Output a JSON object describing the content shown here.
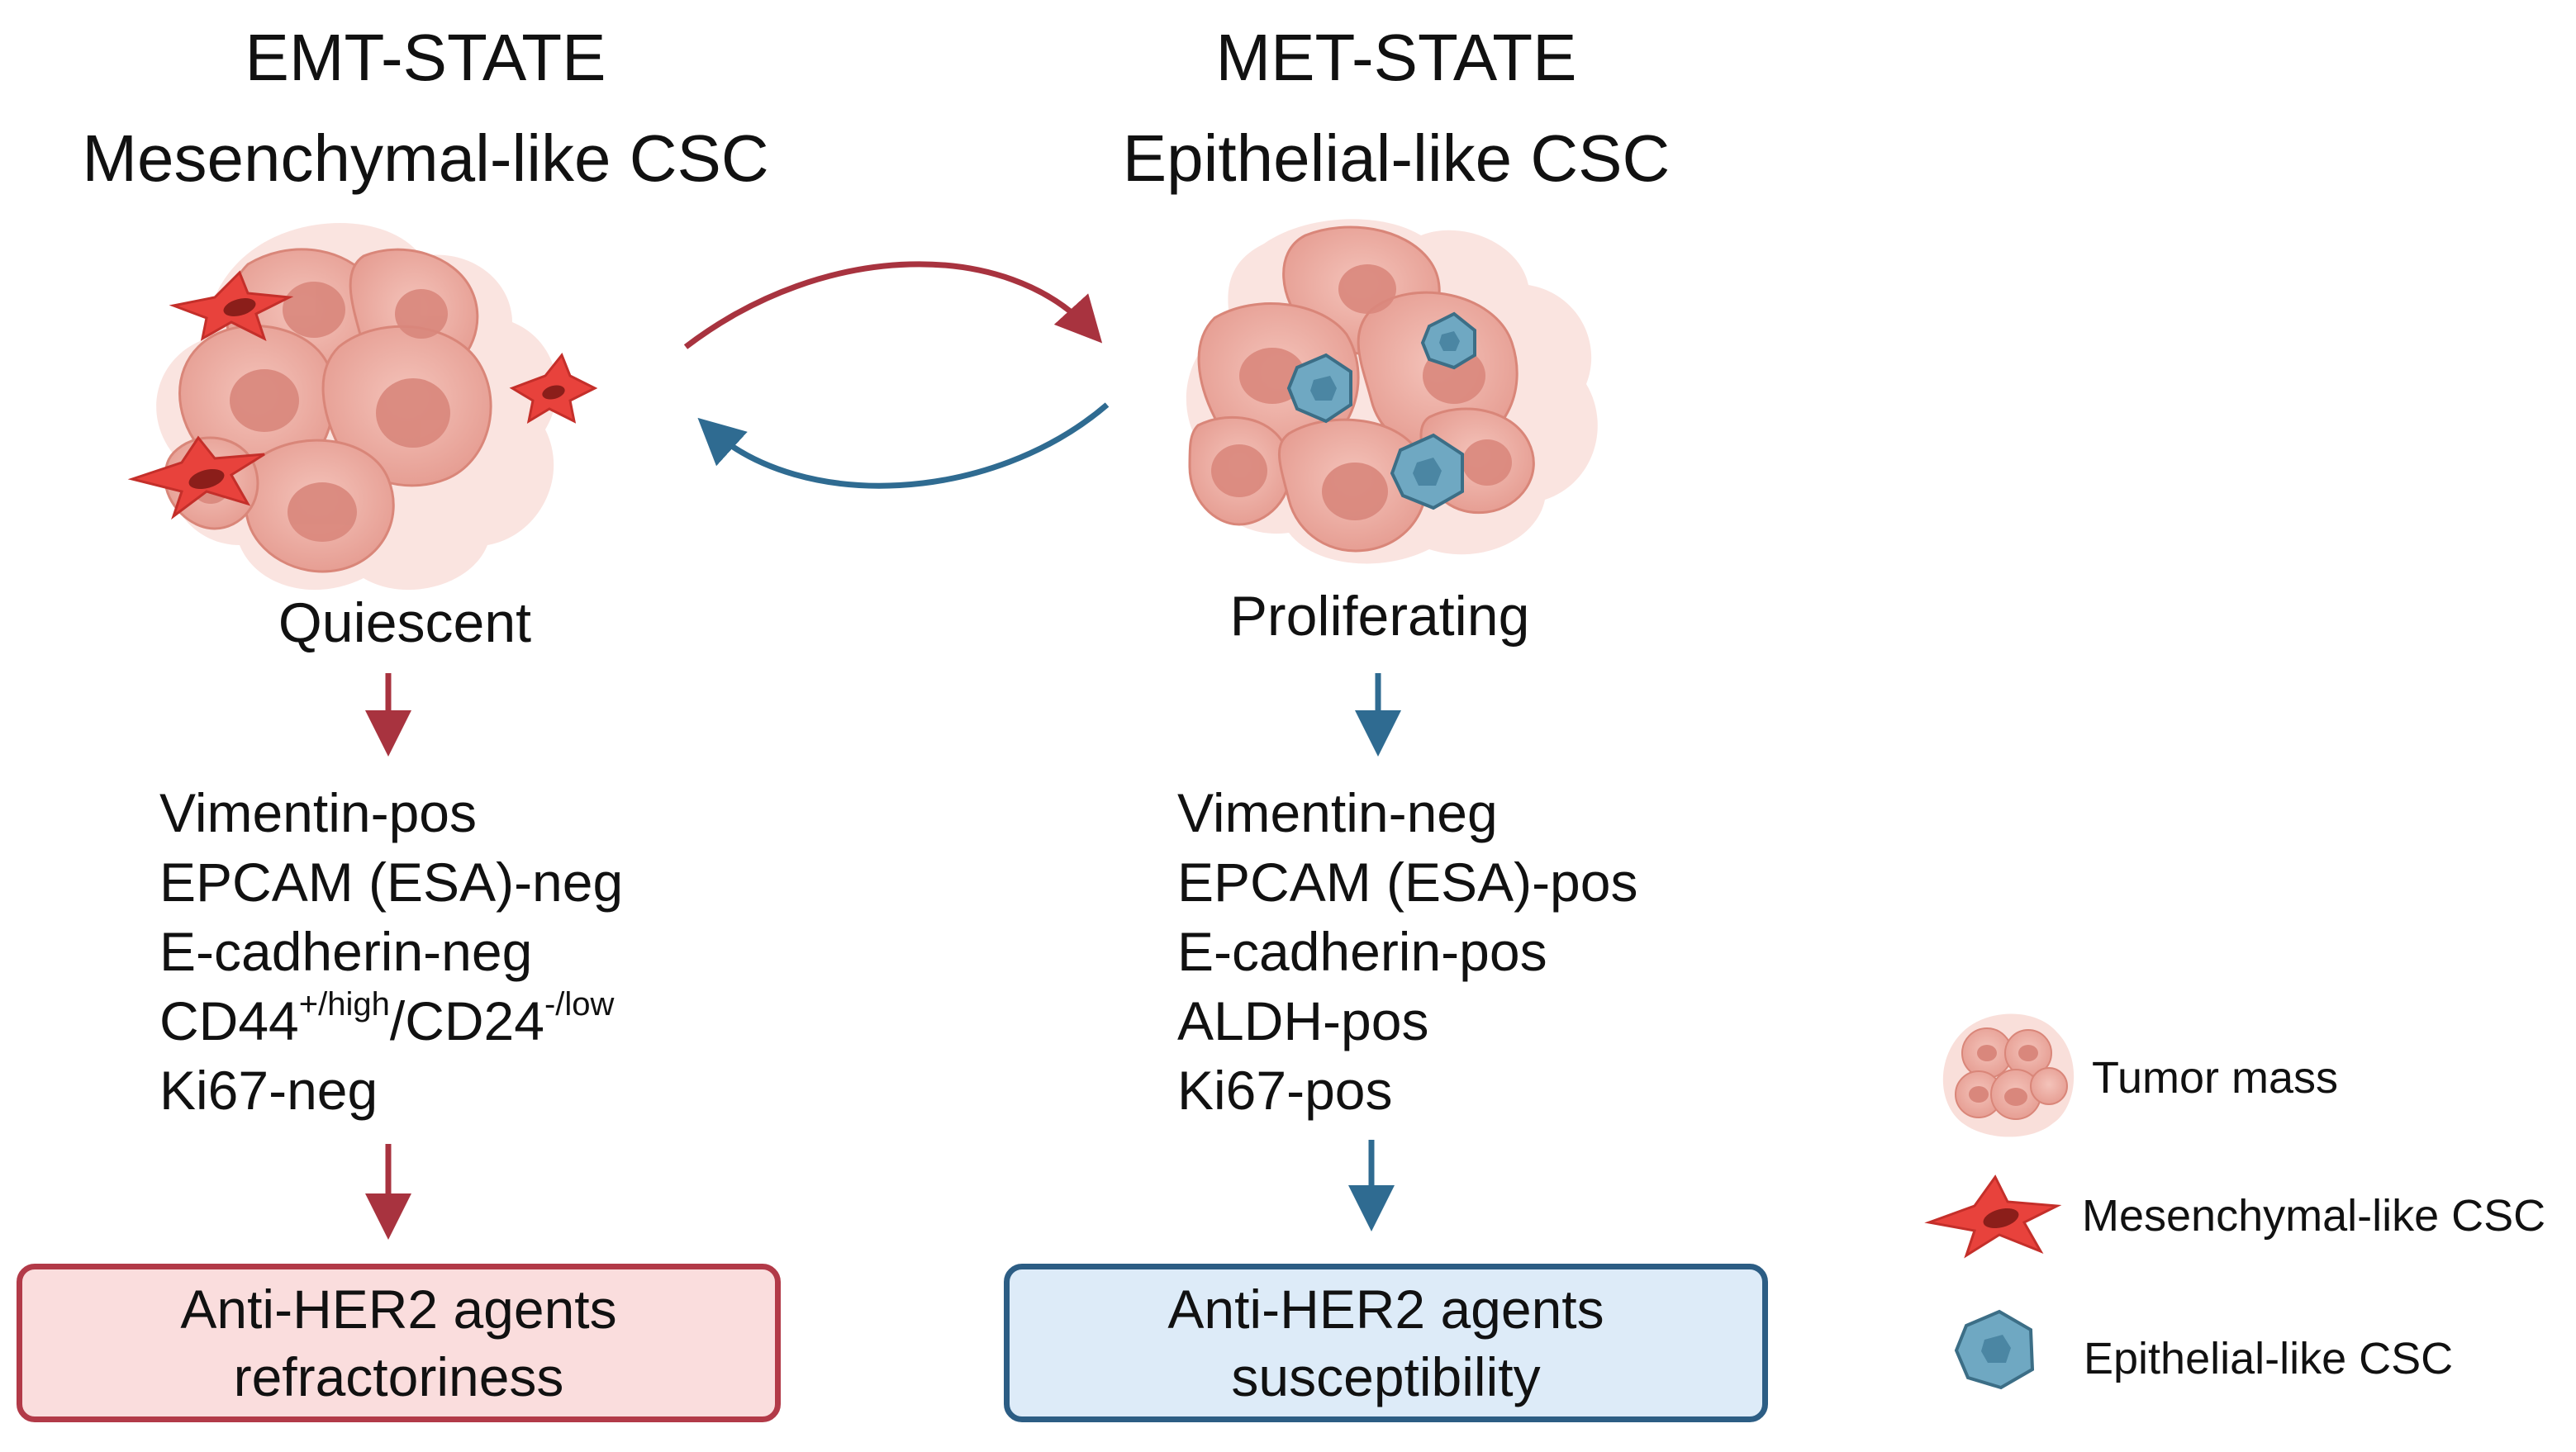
{
  "left": {
    "title_line1": "EMT-STATE",
    "title_line2": "Mesenchymal-like CSC",
    "state_label": "Quiescent",
    "markers": {
      "m1": "Vimentin-pos",
      "m2": "EPCAM (ESA)-neg",
      "m3": "E-cadherin-neg",
      "m4_a": "CD44",
      "m4_a_sup": "+/high",
      "m4_b": "/CD24",
      "m4_b_sup": "-/low",
      "m5": "Ki67-neg"
    },
    "outcome_line1": "Anti-HER2 agents",
    "outcome_line2": "refractoriness"
  },
  "right": {
    "title_line1": "MET-STATE",
    "title_line2": "Epithelial-like CSC",
    "state_label": "Proliferating",
    "markers": [
      "Vimentin-neg",
      "EPCAM (ESA)-pos",
      "E-cadherin-pos",
      "ALDH-pos",
      "Ki67-pos"
    ],
    "outcome_line1": "Anti-HER2 agents",
    "outcome_line2": "susceptibility"
  },
  "legend": {
    "tumor_mass": "Tumor mass",
    "mesenchymal": "Mesenchymal-like CSC",
    "epithelial": "Epithelial-like CSC"
  },
  "colors": {
    "emt_red": "#a8333f",
    "met_blue": "#2f6b91",
    "tumor_cell": "#e69a8f",
    "mesenchymal_cell": "#e8423c",
    "epithelial_cell": "#6fa8c2"
  }
}
